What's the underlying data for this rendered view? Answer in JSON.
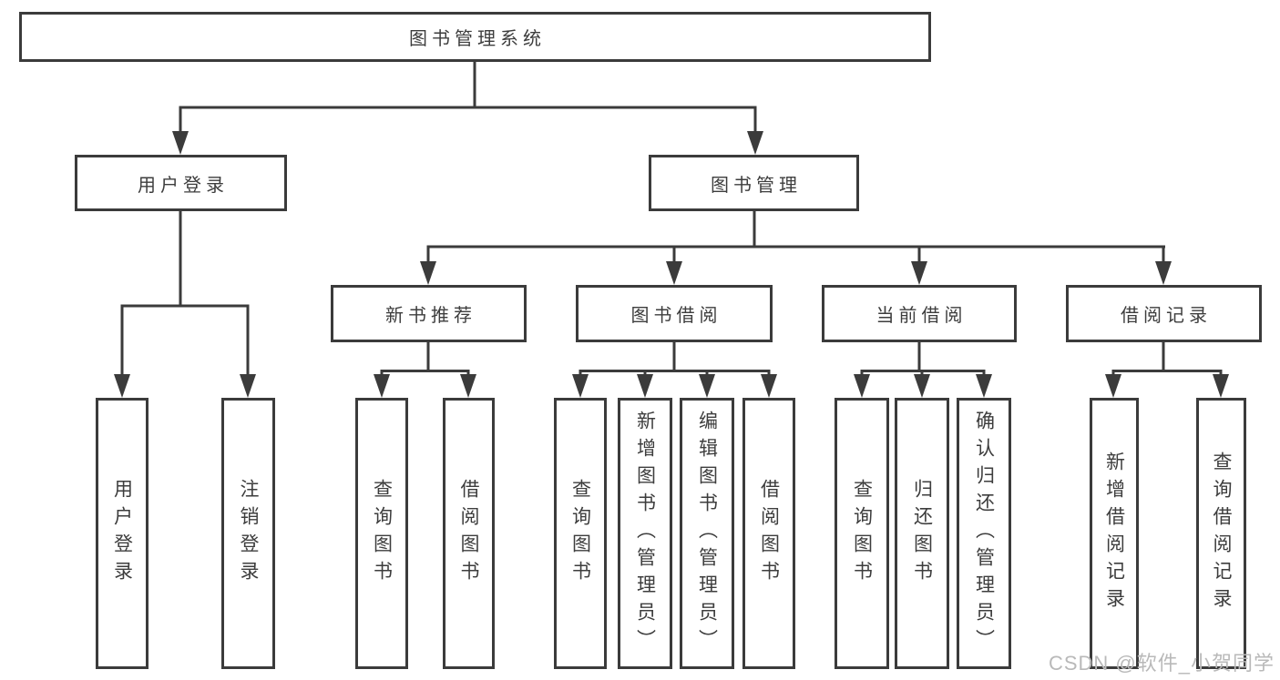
{
  "colors": {
    "line": "#3b3b3b",
    "text": "#3d3d3d",
    "box_background": "#ffffff",
    "watermark": "#b9b9b9"
  },
  "watermark": "CSDN @软件_小贺同学",
  "tree": {
    "root": {
      "label": "图书管理系统"
    },
    "branches": [
      {
        "label": "用户登录",
        "children": [
          {
            "label": "用户登录"
          },
          {
            "label": "注销登录"
          }
        ]
      },
      {
        "label": "图书管理",
        "children": [
          {
            "label": "新书推荐",
            "children": [
              {
                "label": "查询图书"
              },
              {
                "label": "借阅图书"
              }
            ]
          },
          {
            "label": "图书借阅",
            "children": [
              {
                "label": "查询图书"
              },
              {
                "label": "新增图书（管理员）"
              },
              {
                "label": "编辑图书（管理员）"
              },
              {
                "label": "借阅图书"
              }
            ]
          },
          {
            "label": "当前借阅",
            "children": [
              {
                "label": "查询图书"
              },
              {
                "label": "归还图书"
              },
              {
                "label": "确认归还（管理员）"
              }
            ]
          },
          {
            "label": "借阅记录",
            "children": [
              {
                "label": "新增借阅记录"
              },
              {
                "label": "查询借阅记录"
              }
            ]
          }
        ]
      }
    ]
  }
}
